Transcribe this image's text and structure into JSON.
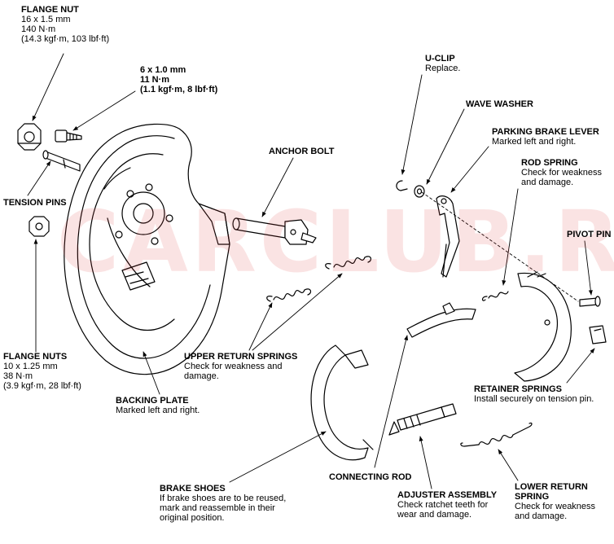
{
  "watermark": "CARCLUB.RU",
  "labels": {
    "flange_nut_top": {
      "title": "FLANGE NUT",
      "lines": [
        "16 x 1.5 mm",
        "140 N·m",
        "(14.3 kgf·m, 103 lbf·ft)"
      ]
    },
    "bolt_6x1": {
      "lines": [
        "6 x 1.0 mm",
        "11 N·m",
        "(1.1 kgf·m, 8 lbf·ft)"
      ]
    },
    "tension_pins": {
      "title": "TENSION PINS"
    },
    "flange_nuts": {
      "title": "FLANGE NUTS",
      "lines": [
        "10 x 1.25 mm",
        "38 N·m",
        "(3.9 kgf·m, 28 lbf·ft)"
      ]
    },
    "backing_plate": {
      "title": "BACKING PLATE",
      "lines": [
        "Marked left and right."
      ]
    },
    "anchor_bolt": {
      "title": "ANCHOR BOLT"
    },
    "upper_return_springs": {
      "title": "UPPER RETURN SPRINGS",
      "lines": [
        "Check for weakness and",
        "damage."
      ]
    },
    "u_clip": {
      "title": "U-CLIP",
      "lines": [
        "Replace."
      ]
    },
    "wave_washer": {
      "title": "WAVE WASHER"
    },
    "parking_brake_lever": {
      "title": "PARKING BRAKE LEVER",
      "lines": [
        "Marked left and right."
      ]
    },
    "rod_spring": {
      "title": "ROD SPRING",
      "lines": [
        "Check for weakness",
        "and damage."
      ]
    },
    "pivot_pin": {
      "title": "PIVOT PIN"
    },
    "retainer_springs": {
      "title": "RETAINER SPRINGS",
      "lines": [
        "Install securely on tension pin."
      ]
    },
    "connecting_rod": {
      "title": "CONNECTING ROD"
    },
    "adjuster_assembly": {
      "title": "ADJUSTER ASSEMBLY",
      "lines": [
        "Check ratchet teeth for",
        "wear and damage."
      ]
    },
    "lower_return_spring": {
      "title": "LOWER RETURN",
      "title2": "SPRING",
      "lines": [
        "Check for weakness",
        "and damage."
      ]
    },
    "brake_shoes": {
      "title": "BRAKE SHOES",
      "lines": [
        "If brake shoes are to be reused,",
        "mark and reassemble in their",
        "original position."
      ]
    }
  }
}
